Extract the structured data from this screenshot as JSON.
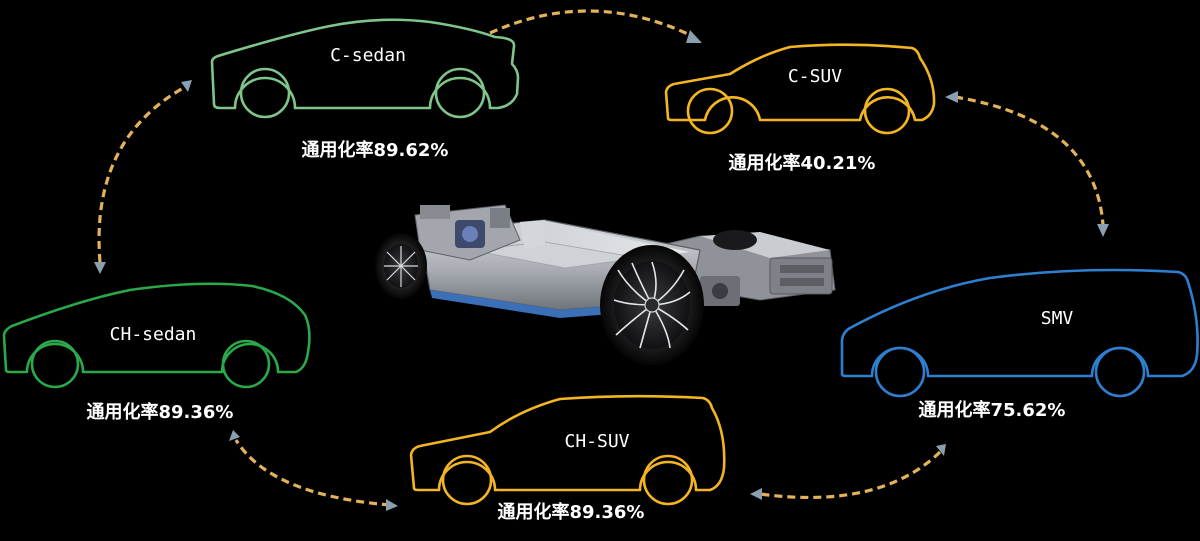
{
  "colors": {
    "background": "#000000",
    "text": "#ffffff",
    "arrow": "#e3b25a",
    "arrow_tip": "#8aa0b0"
  },
  "vehicles": [
    {
      "name": "C-sedan",
      "rate": "通用化率89.62%",
      "color": "#7ec48b"
    },
    {
      "name": "C-SUV",
      "rate": "通用化率40.21%",
      "color": "#f3b521"
    },
    {
      "name": "SMV",
      "rate": "通用化率75.62%",
      "color": "#2f7fd0"
    },
    {
      "name": "CH-SUV",
      "rate": "通用化率89.36%",
      "color": "#f3b521"
    },
    {
      "name": "CH-sedan",
      "rate": "通用化率89.36%",
      "color": "#2aa84a"
    }
  ],
  "center": {
    "image": "skateboard-chassis"
  }
}
